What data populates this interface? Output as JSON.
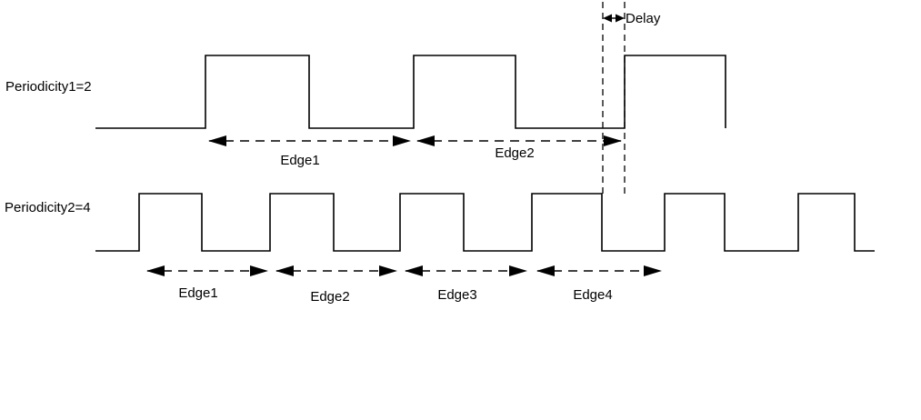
{
  "colors": {
    "stroke": "#000000",
    "background": "#ffffff",
    "text": "#000000"
  },
  "diagram": {
    "delay_label": "Delay",
    "waveform1": {
      "label": "Periodicity1=2",
      "edges": [
        "Edge1",
        "Edge2"
      ]
    },
    "waveform2": {
      "label": "Periodicity2=4",
      "edges": [
        "Edge1",
        "Edge2",
        "Edge3",
        "Edge4"
      ]
    }
  }
}
